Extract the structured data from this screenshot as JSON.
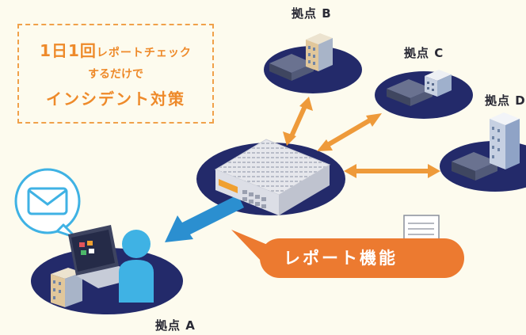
{
  "callout": {
    "line1_num_a": "1日1回",
    "line1_rest": "レポートチェック",
    "line2": "するだけで",
    "line3": "インシデント対策"
  },
  "sites": {
    "a": "拠点 A",
    "b": "拠点 B",
    "c": "拠点 C",
    "d": "拠点 D"
  },
  "report_label": "レポート機能",
  "colors": {
    "background": "#fdfbee",
    "ellipse": "#232a6a",
    "orange": "#ec7a30",
    "arrow_orange": "#ee9a3a",
    "arrow_blue": "#2b8fd0",
    "person": "#3fb2e4",
    "callout_border": "#f0a14a"
  },
  "icons": [
    "mail-icon",
    "laptop-icon",
    "person-icon",
    "router-icon",
    "building-icon",
    "report-document-icon"
  ]
}
